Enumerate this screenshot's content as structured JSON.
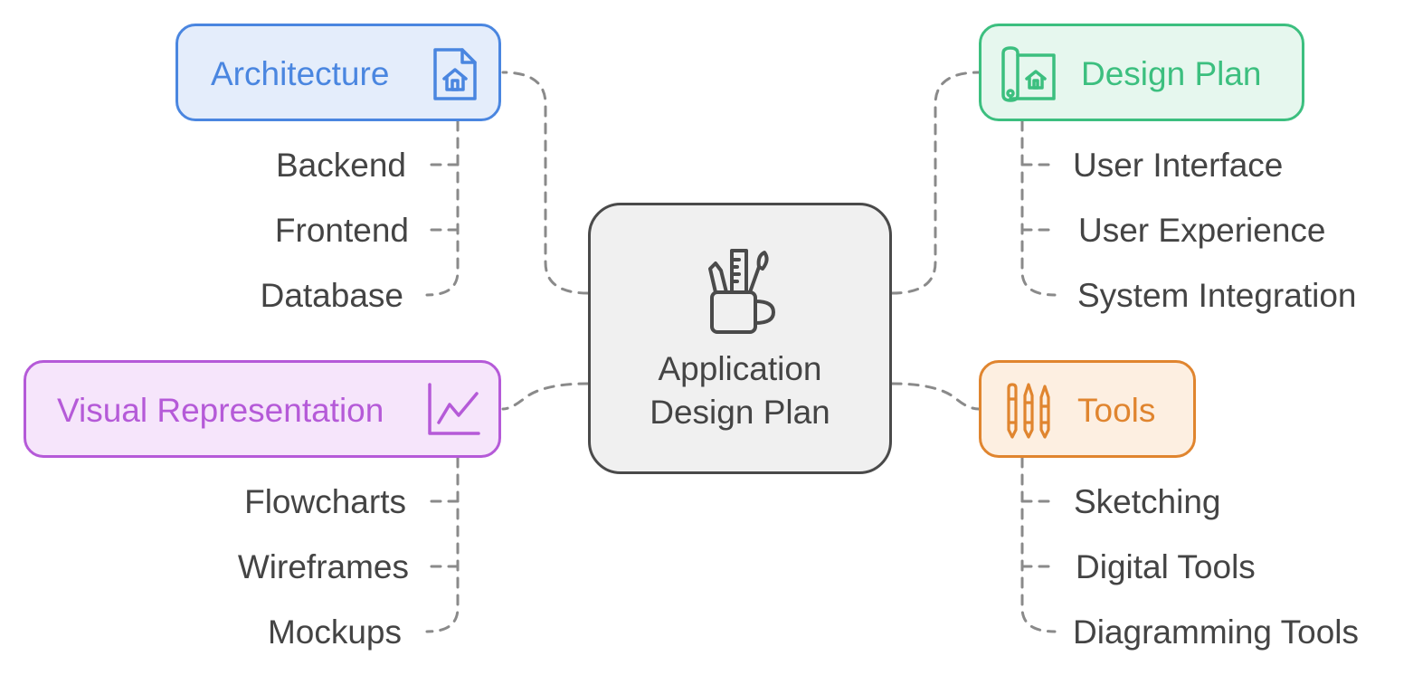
{
  "center": {
    "title_line1": "Application",
    "title_line2": "Design Plan",
    "icon": "art-supplies-mug-icon"
  },
  "architecture": {
    "label": "Architecture",
    "icon": "document-home-icon",
    "color": "#4a86e0",
    "fill": "#e4edfb",
    "items": [
      "Backend",
      "Frontend",
      "Database"
    ]
  },
  "design_plan": {
    "label": "Design Plan",
    "icon": "blueprint-icon",
    "color": "#3cbf7f",
    "fill": "#e6f7ee",
    "items": [
      "User Interface",
      "User Experience",
      "System Integration"
    ]
  },
  "visual": {
    "label": "Visual Representation",
    "icon": "line-chart-icon",
    "color": "#b55ad8",
    "fill": "#f6e5fb",
    "items": [
      "Flowcharts",
      "Wireframes",
      "Mockups"
    ]
  },
  "tools": {
    "label": "Tools",
    "icon": "pencils-icon",
    "color": "#e0852f",
    "fill": "#fdefe1",
    "items": [
      "Sketching",
      "Digital Tools",
      "Diagramming Tools"
    ]
  },
  "connector_color": "#8a8a8a"
}
